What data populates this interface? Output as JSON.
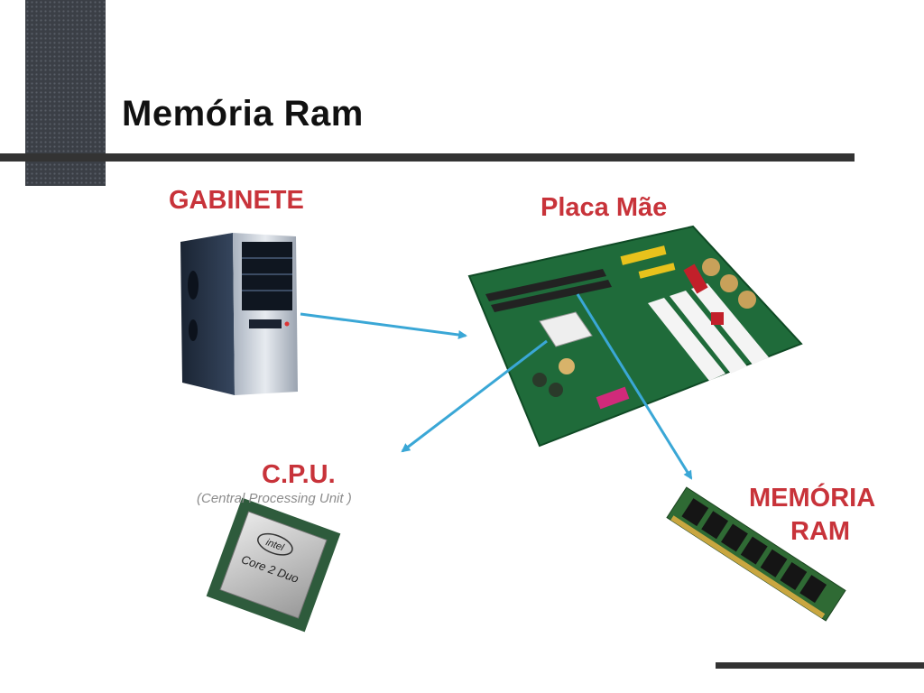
{
  "slide": {
    "title": "Memória Ram"
  },
  "diagram": {
    "labels": {
      "gabinete": "GABINETE",
      "placa_mae": "Placa Mãe",
      "cpu": "C.P.U.",
      "cpu_sub": "(Central Processing Unit )",
      "memoria_line1": "MEMÓRIA",
      "memoria_line2": "RAM"
    },
    "cpu_chip": {
      "brand": "intel",
      "model": "Core 2 Duo"
    }
  },
  "colors": {
    "label_red": "#c8333a",
    "arrow_blue": "#3aa7d6",
    "pcb_green": "#1f6b3a"
  }
}
